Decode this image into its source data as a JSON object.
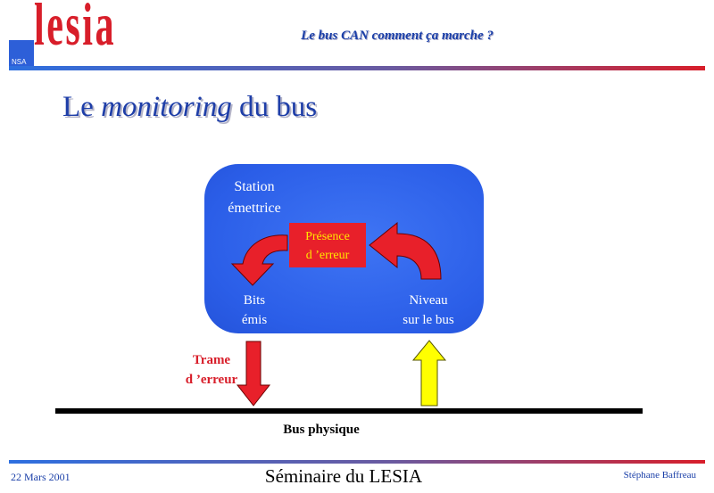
{
  "header": {
    "logo_text": "lesia",
    "logo_small": "NSA",
    "title": "Le bus CAN comment ça marche ?"
  },
  "slide": {
    "title_prefix": "Le ",
    "title_italic": "monitoring",
    "title_suffix": " du bus"
  },
  "diagram": {
    "station_line1": "Station",
    "station_line2": "émettrice",
    "error_line1": "Présence",
    "error_line2": "d ’erreur",
    "bits_line1": "Bits",
    "bits_line2": "émis",
    "niveau_line1": "Niveau",
    "niveau_line2": "sur le bus",
    "trame_line1": "Trame",
    "trame_line2": "d ’erreur",
    "bus_label": "Bus physique"
  },
  "footer": {
    "date": "22 Mars 2001",
    "title": "Séminaire du LESIA",
    "author": "Stéphane Baffreau"
  },
  "colors": {
    "accent_blue": "#1e3ea8",
    "station_blue": "#2b5ee8",
    "error_red": "#e8202a",
    "arrow_yellow": "#ffff00",
    "logo_red": "#d81e2a"
  }
}
